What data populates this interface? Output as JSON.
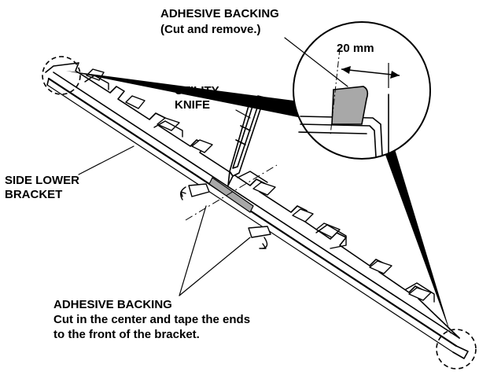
{
  "labels": {
    "adhesive_top_line1": "ADHESIVE BACKING",
    "adhesive_top_line2": "(Cut and remove.)",
    "dimension": "20 mm",
    "knife_line1": "UTILITY",
    "knife_line2": "KNIFE",
    "bracket_line1": "SIDE LOWER",
    "bracket_line2": "BRACKET",
    "adhesive_bottom_line1": "ADHESIVE BACKING",
    "adhesive_bottom_line2": "Cut in the center and tape the ends",
    "adhesive_bottom_line3": "to the front of the bracket."
  },
  "colors": {
    "ink": "#000000",
    "adhesive_fill": "#a8a8a8",
    "background": "#ffffff"
  }
}
